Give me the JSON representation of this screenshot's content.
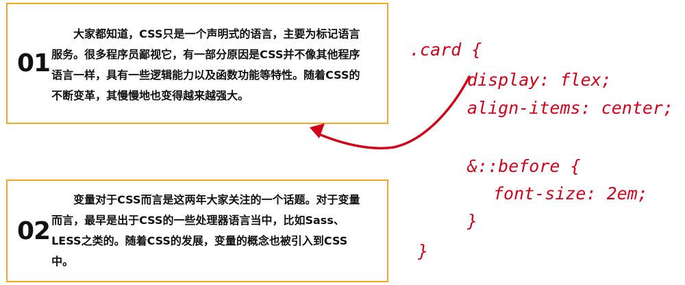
{
  "cards": [
    {
      "number": "01",
      "text": "大家都知道，CSS只是一个声明式的语言，主要为标记语言服务。很多程序员鄙视它，有一部分原因是CSS并不像其他程序语言一样，具有一些逻辑能力以及函数功能等特性。随着CSS的不断变革，其慢慢地也变得越来越强大。"
    },
    {
      "number": "02",
      "text": "变量对于CSS而言是这两年大家关注的一个话题。对于变量而言，最早是出于CSS的一些处理器语言当中，比如Sass、LESS之类的。随着CSS的发展，变量的概念也被引入到CSS中。"
    }
  ],
  "code": {
    "line1": ".card {",
    "line2": "display: flex;",
    "line3": "align-items: center;",
    "line4": "&::before {",
    "line5": "font-size: 2em;",
    "line6": "}",
    "line7": "}"
  },
  "colors": {
    "card_border": "#f5a623",
    "annotation": "#d0021b"
  }
}
